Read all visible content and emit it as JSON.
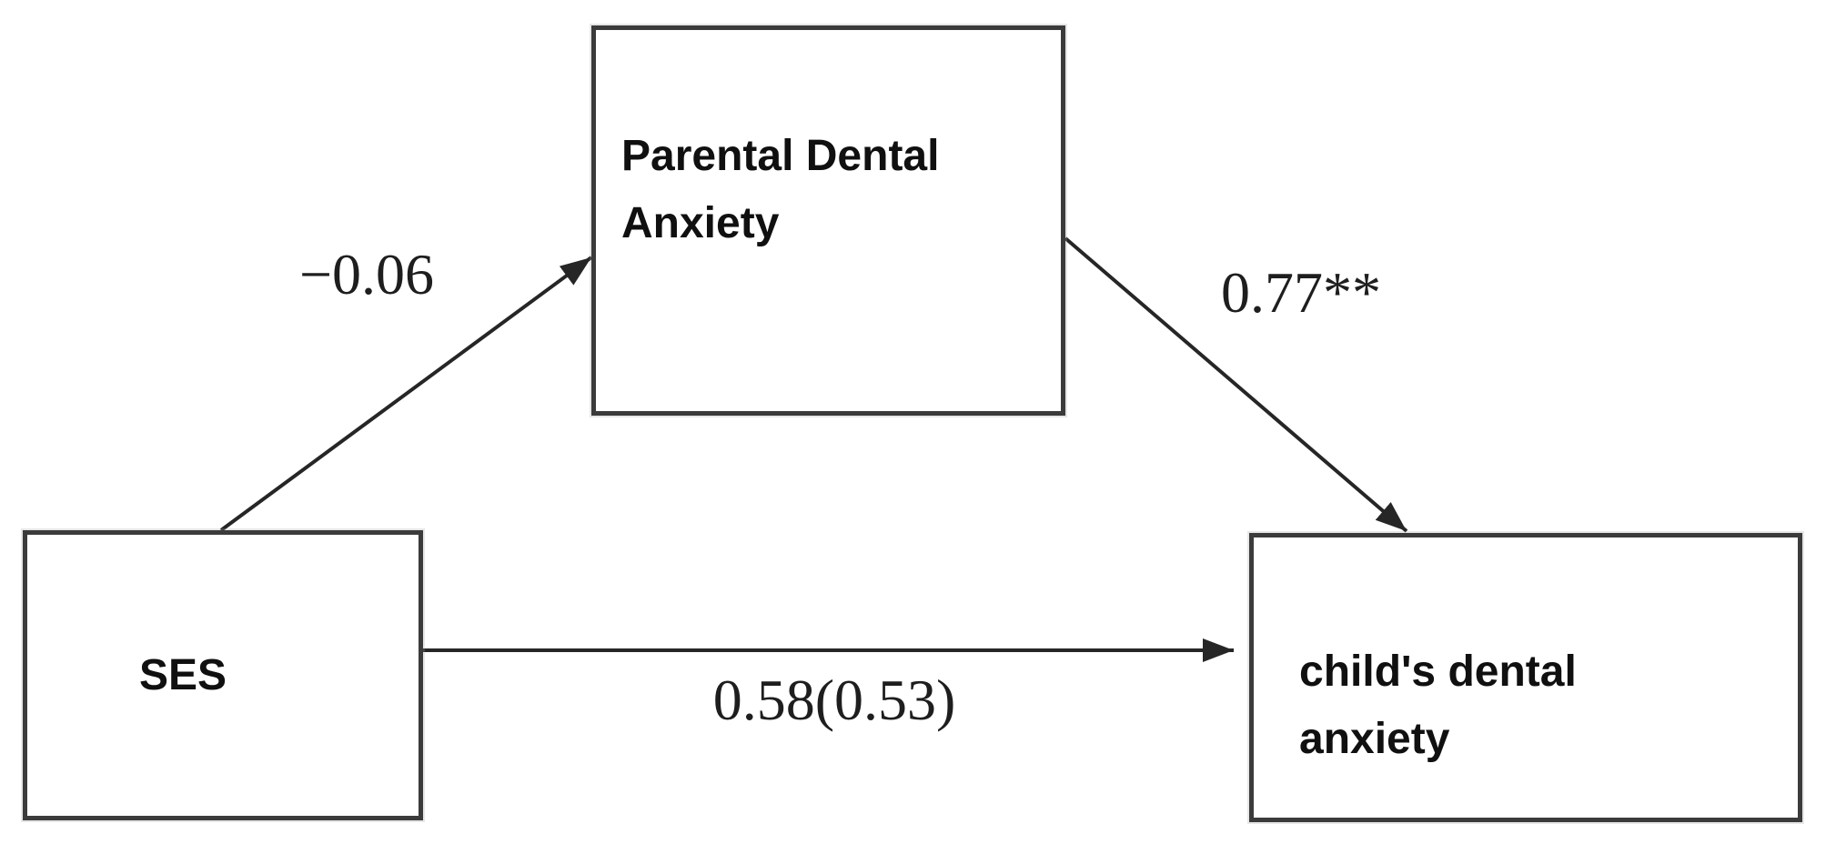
{
  "figure": {
    "type": "mediation-path-diagram",
    "colors": {
      "background": "#ffffff",
      "box_border": "#3b3b3b",
      "arrow": "#262626",
      "text": "#101010"
    },
    "nodes": {
      "mediator": {
        "lines": [
          "Parental Dental",
          "Anxiety"
        ]
      },
      "predictor": {
        "lines": [
          "SES"
        ]
      },
      "outcome": {
        "lines": [
          "child's dental",
          "anxiety"
        ]
      }
    },
    "paths": {
      "a": {
        "from": "SES",
        "to": "Parental Dental Anxiety",
        "label": "−0.06"
      },
      "b": {
        "from": "Parental Dental Anxiety",
        "to": "child's dental anxiety",
        "label": "0.77**"
      },
      "c": {
        "from": "SES",
        "to": "child's dental anxiety",
        "label": "0.58(0.53)"
      }
    }
  }
}
